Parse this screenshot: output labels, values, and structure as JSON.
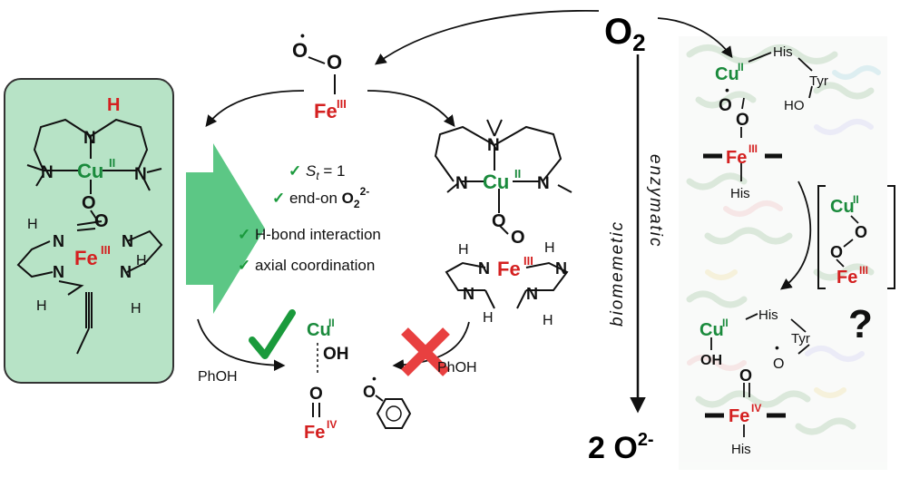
{
  "colors": {
    "copper": "#1a8a3c",
    "iron": "#d42020",
    "hydrogen_red": "#d42020",
    "panel_fill": "#b7e3c6",
    "arrow_green": "#5cc785",
    "check_green": "#1a9a3c",
    "cross_red": "#e84040",
    "ink": "#111111"
  },
  "top": {
    "o2": "O",
    "o2_sub": "2",
    "o2_product": "2 O",
    "o2_product_sup": "2-"
  },
  "superoxo": {
    "o_left": "O",
    "o_right": "O",
    "fe": "Fe",
    "fe_ox": "III"
  },
  "left_complex": {
    "h_top": "H",
    "n1": "N",
    "n2": "N",
    "n3": "N",
    "cu": "Cu",
    "cu_ox": "II",
    "o1": "O",
    "o2": "O",
    "n4": "N",
    "n5": "N",
    "n6": "N",
    "n7": "N",
    "fe": "Fe",
    "fe_ox": "III",
    "h1": "H",
    "h2": "H",
    "h3": "H",
    "h4": "H"
  },
  "criteria": [
    {
      "pre": "",
      "italic": "S",
      "sub": "t",
      "post": " = 1"
    },
    {
      "pre": "end-on ",
      "bold": "O",
      "bold_sub": "2",
      "bold_sup": "2-"
    },
    {
      "pre": "H-bond interaction"
    },
    {
      "pre": "axial coordination"
    }
  ],
  "right_complex": {
    "n1": "N",
    "n2": "N",
    "n3": "N",
    "cu": "Cu",
    "cu_ox": "II",
    "o1": "O",
    "o2": "O",
    "n4": "N",
    "n5": "N",
    "n6": "N",
    "n7": "N",
    "fe": "Fe",
    "fe_ox": "III",
    "h1": "H",
    "h2": "H",
    "h3": "H",
    "h4": "H"
  },
  "product": {
    "cu": "Cu",
    "cu_ox": "II",
    "oh": "OH",
    "o": "O",
    "fe": "Fe",
    "fe_ox": "IV",
    "phenoxyl_o": "O",
    "phoh_left": "PhOH",
    "phoh_right": "PhOH"
  },
  "axis_labels": {
    "biomimetic": "biomemetic",
    "enzymatic": "enzymatic"
  },
  "enzyme_top": {
    "his": "His",
    "tyr": "Tyr",
    "ho": "HO",
    "cu": "Cu",
    "cu_ox": "II",
    "o1": "O",
    "o2": "O",
    "fe": "Fe",
    "fe_ox": "III",
    "his_axial": "His"
  },
  "bracket": {
    "cu": "Cu",
    "cu_ox": "II",
    "o1": "O",
    "o2": "O",
    "fe": "Fe",
    "fe_ox": "III",
    "question": "?"
  },
  "enzyme_bottom": {
    "cu": "Cu",
    "cu_ox": "II",
    "his": "His",
    "tyr": "Tyr",
    "oh": "OH",
    "o_radical": "O",
    "o": "O",
    "fe": "Fe",
    "fe_ox": "IV",
    "his_axial": "His"
  }
}
